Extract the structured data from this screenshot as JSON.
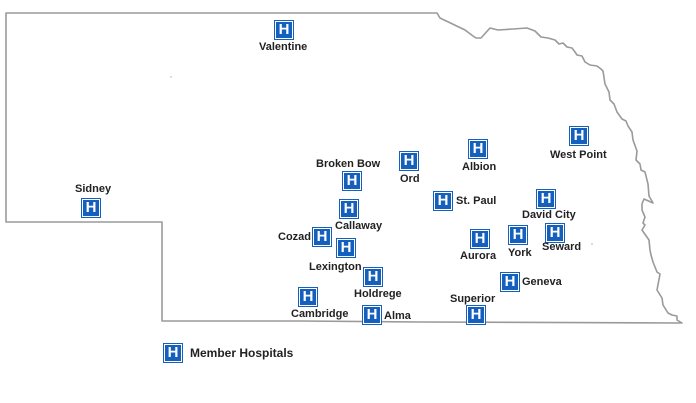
{
  "map": {
    "region": "Nebraska",
    "icon_symbol": "H",
    "icon_color": "#1560bd",
    "border_color": "#9a9a9a"
  },
  "hospitals": [
    {
      "name": "Valentine",
      "label": "Valentine"
    },
    {
      "name": "Sidney",
      "label": "Sidney"
    },
    {
      "name": "Broken Bow",
      "label": "Broken Bow"
    },
    {
      "name": "Ord",
      "label": "Ord"
    },
    {
      "name": "Albion",
      "label": "Albion"
    },
    {
      "name": "West Point",
      "label": "West Point"
    },
    {
      "name": "St. Paul",
      "label": "St. Paul"
    },
    {
      "name": "David City",
      "label": "David City"
    },
    {
      "name": "Callaway",
      "label": "Callaway"
    },
    {
      "name": "Cozad",
      "label": "Cozad"
    },
    {
      "name": "Lexington",
      "label": "Lexington"
    },
    {
      "name": "Aurora",
      "label": "Aurora"
    },
    {
      "name": "York",
      "label": "York"
    },
    {
      "name": "Seward",
      "label": "Seward"
    },
    {
      "name": "Holdrege",
      "label": "Holdrege"
    },
    {
      "name": "Geneva",
      "label": "Geneva"
    },
    {
      "name": "Cambridge",
      "label": "Cambridge"
    },
    {
      "name": "Alma",
      "label": "Alma"
    },
    {
      "name": "Superior",
      "label": "Superior"
    }
  ],
  "legend": {
    "icon_symbol": "H",
    "label": "Member Hospitals"
  }
}
